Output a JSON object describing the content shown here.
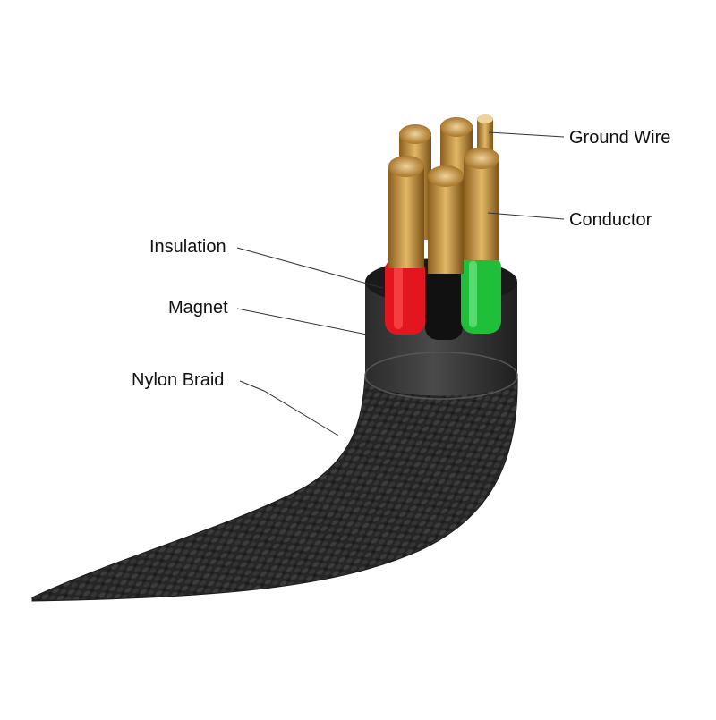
{
  "labels": {
    "ground_wire": "Ground Wire",
    "conductor": "Conductor",
    "insulation": "Insulation",
    "magnet": "Magnet",
    "nylon_braid": "Nylon Braid"
  },
  "colors": {
    "background": "#ffffff",
    "braid": "#2a2a2a",
    "magnet_ring": "#3a3a3a",
    "insulation_red": "#e3151f",
    "insulation_black": "#111111",
    "insulation_green": "#1fbf3a",
    "copper": "#c99a3a",
    "leader_line": "#333333"
  }
}
